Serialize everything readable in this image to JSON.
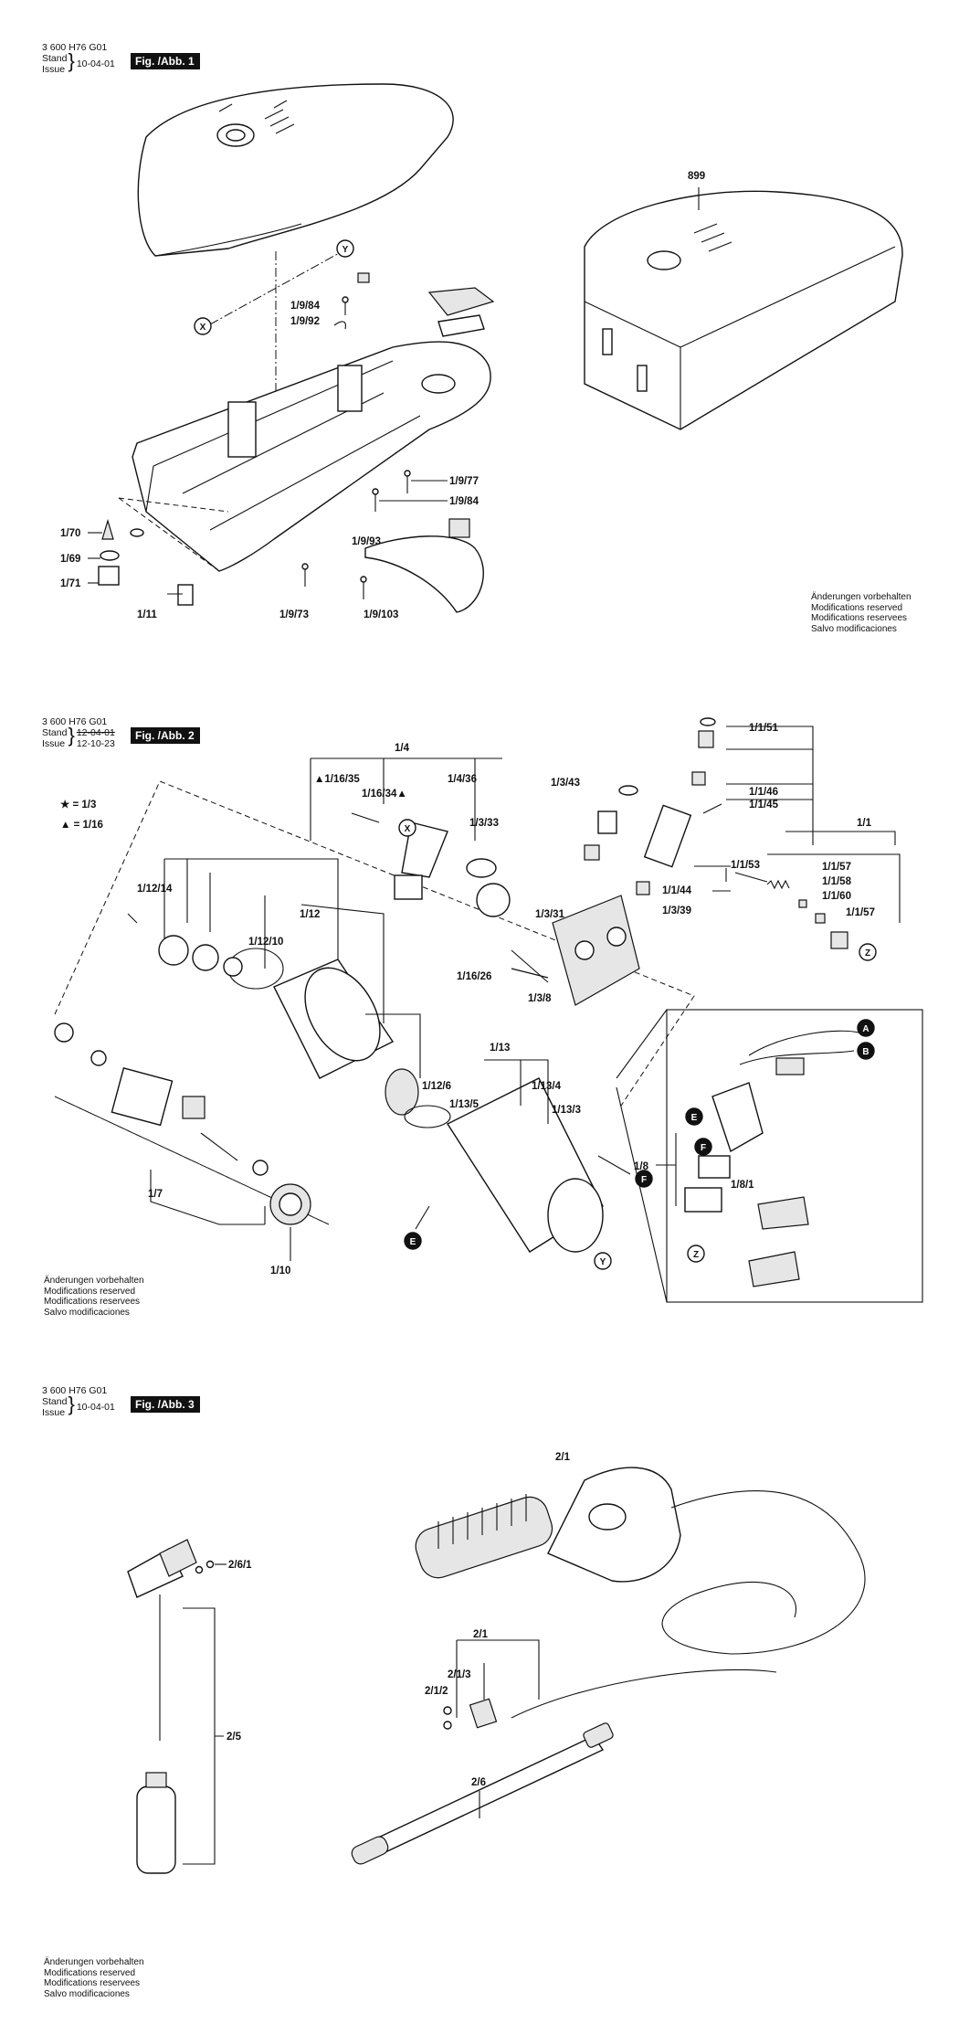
{
  "fig1": {
    "code": "3 600 H76 G01",
    "stand": "Stand",
    "issue": "Issue",
    "date": "10-04-01",
    "badge": "Fig. /Abb. 1",
    "labels": [
      "899",
      "1/9/84",
      "1/9/92",
      "1/9/77",
      "1/9/84",
      "1/9/93",
      "1/70",
      "1/69",
      "1/71",
      "1/11",
      "1/9/73",
      "1/9/103"
    ],
    "markers": [
      "X",
      "Y"
    ],
    "notes": [
      "Änderungen vorbehalten",
      "Modifications reserved",
      "Modifications reservees",
      "Salvo modificaciones"
    ]
  },
  "fig2": {
    "code": "3 600 H76 G01",
    "stand": "Stand",
    "issue": "Issue",
    "date_old": "12-04-01",
    "date": "12-10-23",
    "badge": "Fig. /Abb. 2",
    "legend": [
      "★ = 1/3",
      "▲ = 1/16"
    ],
    "labels": [
      "1/4",
      "▲1/16/35",
      "1/16/34▲",
      "1/4/36",
      "1/3/33",
      "1/3/43",
      "1/1/51",
      "1/1/46",
      "1/1/45",
      "1/1",
      "1/1/53",
      "1/1/57",
      "1/1/58",
      "1/1/60",
      "1/1/57",
      "1/1/44",
      "1/3/39",
      "1/3/31",
      "1/16/26",
      "1/3/8",
      "1/12/14",
      "1/12",
      "1/12/10",
      "1/12/6",
      "1/13",
      "1/13/4",
      "1/13/5",
      "1/13/3",
      "1/7",
      "1/10",
      "1/8",
      "1/8/1"
    ],
    "markers": [
      "X",
      "Y",
      "Z",
      "Z",
      "A",
      "B",
      "E",
      "F",
      "E",
      "F"
    ],
    "notes": [
      "Änderungen vorbehalten",
      "Modifications reserved",
      "Modifications reservees",
      "Salvo modificaciones"
    ]
  },
  "fig3": {
    "code": "3 600 H76 G01",
    "stand": "Stand",
    "issue": "Issue",
    "date": "10-04-01",
    "badge": "Fig. /Abb. 3",
    "labels": [
      "2/1",
      "2/1",
      "2/1/3",
      "2/1/2",
      "2/6/1",
      "2/5",
      "2/6"
    ],
    "notes": [
      "Änderungen vorbehalten",
      "Modifications reserved",
      "Modifications reservees",
      "Salvo modificaciones"
    ]
  }
}
